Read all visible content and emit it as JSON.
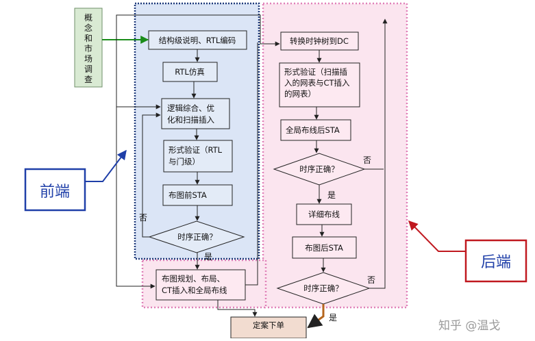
{
  "colors": {
    "frontend_region": "#dbe5f6",
    "backend_region": "#fbe5ef",
    "frontend_border": "#1f3a7a",
    "backend_border": "#e080b8",
    "box_fill": "#e3ebf7",
    "box_fill_backend": "#fde9f1",
    "box_stroke": "#222222",
    "concept_fill": "#d9ead3",
    "signoff_fill": "#f2dcd0",
    "green_arrow": "#1a8c1a",
    "label_blue": "#1f3fa8",
    "label_red": "#c0181f",
    "watermark": "#9a9a9a"
  },
  "nodes": {
    "concept": "概念和市场调查",
    "arch_rtl": "结构级说明、RTL编码",
    "rtl_sim": "RTL仿真",
    "synth_line1": "逻辑综合、优",
    "synth_line2": "化和扫描插入",
    "fv1_line1": "形式验证（RTL",
    "fv1_line2": "与门级）",
    "pre_sta": "布图前STA",
    "timing1": "时序正确？",
    "floorplan_line1": "布图规划、布局、",
    "floorplan_line2": "CT插入和全局布线",
    "cts_dc": "转换时钟树到DC",
    "fv2_line1": "形式验证（扫描插",
    "fv2_line2": "入的网表与CT插入",
    "fv2_line3": "的网表）",
    "post_global_sta": "全局布线后STA",
    "timing2": "时序正确？",
    "detail_route": "详细布线",
    "post_sta": "布图后STA",
    "timing3": "时序正确？",
    "signoff": "定案下单"
  },
  "edge_labels": {
    "no1": "否",
    "yes1": "是",
    "no2": "否",
    "yes2": "是",
    "no3": "否",
    "yes3": "是"
  },
  "labels": {
    "frontend": "前端",
    "backend": "后端"
  },
  "watermark": "知乎 @温戈"
}
